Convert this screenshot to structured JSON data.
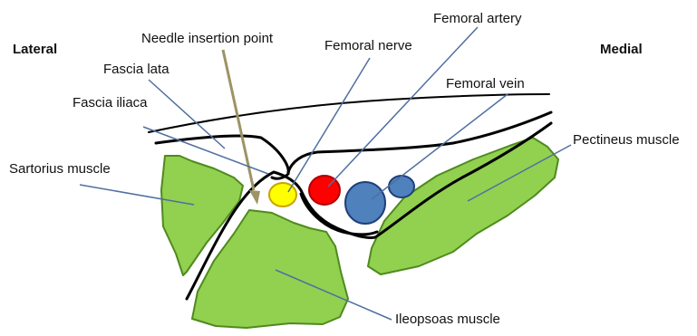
{
  "labels": {
    "lateral_bold": "Lateral",
    "lateral_tail": "",
    "medial": "Medial",
    "needle_insertion_point": "Needle insertion point",
    "femoral_artery": "Femoral artery",
    "femoral_nerve": "Femoral nerve",
    "femoral_vein": "Femoral vein",
    "fascia_lata": "Fascia lata",
    "fascia_iliaca": "Fascia iliaca",
    "sartorius_muscle": "Sartorius muscle",
    "pectineus_muscle": "Pectineus muscle",
    "ileopsoas_muscle": "Ileopsoas muscle"
  },
  "colors": {
    "muscle_fill": "#92d050",
    "muscle_stroke": "#4f8a1e",
    "nerve_fill": "#ffff00",
    "nerve_stroke": "#c9a400",
    "artery_fill": "#ff0000",
    "artery_stroke": "#b00000",
    "vein_fill": "#4f81bd",
    "vein_stroke": "#1f3f7a",
    "leader_line": "#4f6fa0",
    "needle": "#9c9465",
    "fascia": "#000000"
  }
}
